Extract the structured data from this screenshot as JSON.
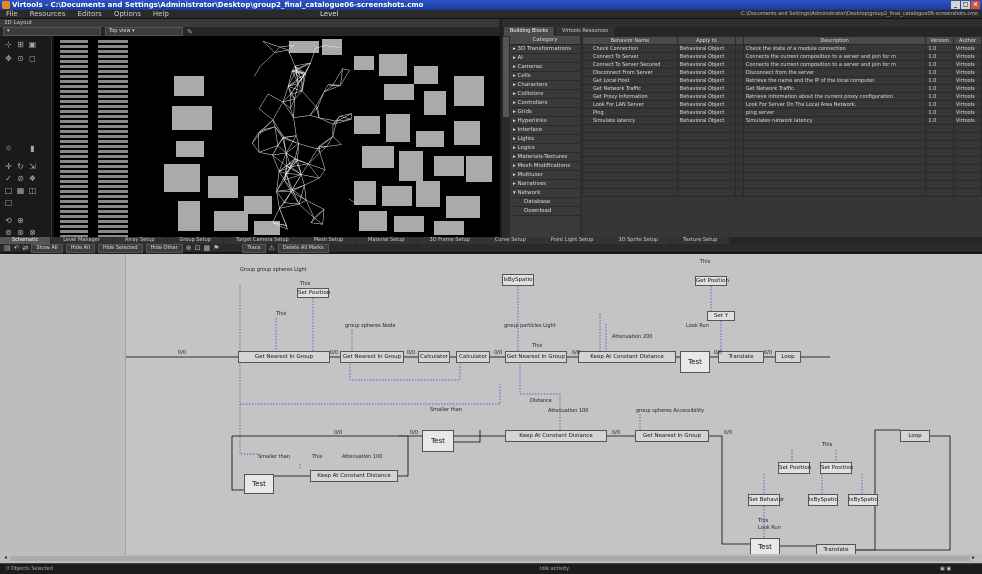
{
  "app": {
    "title": "Virtools - C:\\Documents and Settings\\Administrator\\Desktop\\group2_final_catalogue06-screenshots.cmo",
    "document": "Level",
    "path": "C:\\Documents and Settings\\Administrator\\Desktop\\group2_final_catalogue06-screenshots.cmo"
  },
  "menu": [
    "File",
    "Resources",
    "Editors",
    "Options",
    "Help"
  ],
  "view3d": {
    "header": "3D Layout",
    "camera_dropdown": "Top view"
  },
  "building_blocks": {
    "tabs": [
      "Building Blocks",
      "Virtools Resources"
    ],
    "categories_header": "Category",
    "categories": [
      {
        "label": "3D Transformations",
        "sub": false
      },
      {
        "label": "AI",
        "sub": false
      },
      {
        "label": "Cameras",
        "sub": false
      },
      {
        "label": "Cells",
        "sub": false
      },
      {
        "label": "Characters",
        "sub": false
      },
      {
        "label": "Collisions",
        "sub": false
      },
      {
        "label": "Controllers",
        "sub": false
      },
      {
        "label": "Grids",
        "sub": false
      },
      {
        "label": "Hyperlinks",
        "sub": false
      },
      {
        "label": "Interface",
        "sub": false
      },
      {
        "label": "Lights",
        "sub": false
      },
      {
        "label": "Logics",
        "sub": false
      },
      {
        "label": "Materials-Textures",
        "sub": false
      },
      {
        "label": "Mesh Modifications",
        "sub": false
      },
      {
        "label": "Multiuser",
        "sub": false
      },
      {
        "label": "Narratives",
        "sub": false
      },
      {
        "label": "Network",
        "sub": false
      },
      {
        "label": "Database",
        "sub": true
      },
      {
        "label": "Download",
        "sub": true
      }
    ],
    "columns": [
      "Behavior Name",
      "Apply to",
      "Description",
      "Version",
      "Author"
    ],
    "rows": [
      [
        "Check Connection",
        "Behavioral Object",
        "Check the state of a module connection",
        "1.0",
        "Virtools"
      ],
      [
        "Connect To Server",
        "Behavioral Object",
        "Connects the current composition to a server and join for m",
        "1.0",
        "Virtools"
      ],
      [
        "Connect To Server Secured",
        "Behavioral Object",
        "Connects the current composition to a server and join for m",
        "1.0",
        "Virtools"
      ],
      [
        "Disconnect From Server",
        "Behavioral Object",
        "Disconnect from the server",
        "1.0",
        "Virtools"
      ],
      [
        "Get Local Host",
        "Behavioral Object",
        "Retrieve the name and the IP of the local computer.",
        "1.0",
        "Virtools"
      ],
      [
        "Get Network Traffic",
        "Behavioral Object",
        "Get Network Traffic.",
        "1.0",
        "Virtools"
      ],
      [
        "Get Proxy Information",
        "Behavioral Object",
        "Retrieve information about the current proxy configuration.",
        "1.0",
        "Virtools"
      ],
      [
        "Look For LAN Server",
        "Behavioral Object",
        "Look For Server On The Local Area Network.",
        "1.0",
        "Virtools"
      ],
      [
        "Ping",
        "Behavioral Object",
        "ping server",
        "1.0",
        "Virtools"
      ],
      [
        "Simulate latency",
        "Behavioral Object",
        "Simulates network latency",
        "1.0",
        "Virtools"
      ]
    ]
  },
  "bottom_tabs": [
    "Schematic",
    "Level Manager",
    "Array Setup",
    "Group Setup",
    "Target Camera Setup",
    "Mesh Setup",
    "Material Setup",
    "3D Frame Setup",
    "Curve Setup",
    "Point Light Setup",
    "3D Sprite Setup",
    "Texture Setup"
  ],
  "schematic_toolbar": [
    "Show All",
    "Hide All",
    "Hide Selected",
    "Hide Other",
    "Trace",
    "Delete All Marks"
  ],
  "schematic": {
    "blocks": {
      "b1": "Get Nearest In Group",
      "b2": "Get Nearest In Group",
      "b3": "Calculator",
      "b4": "Calculator",
      "b5": "Get Nearest In Group",
      "b6": "Keep At Constant Distance",
      "b7": "Test",
      "b8": "Translate",
      "b9": "Loop",
      "b10": "Test",
      "b11": "Keep At Constant Distance",
      "b12": "Get Nearest In Group",
      "b13": "Test",
      "b14": "Keep At Constant Distance",
      "b15": "Loop",
      "b16": "Test",
      "b17": "Translate",
      "s1": "Set Position",
      "s2": "IsBySpatio",
      "s3": "Get Position",
      "s4": "Set Y",
      "s5": "Set Position",
      "s6": "Set Position",
      "s7": "Set Behavior",
      "s8": "IsBySpatio",
      "s9": "IsBySpatio"
    },
    "labels": {
      "l1": "Group   group spheres Light",
      "l2": "This",
      "l3": "This",
      "l4": "group spheres Node",
      "l5": "group particles Light",
      "l6": "Attenuation   200",
      "l7": "This",
      "l8": "Look Run",
      "l9": "This",
      "l10": "Distance",
      "l11": "Attenuation   100",
      "l12": "group spheres Accessibility",
      "l13": "Smaller than",
      "l14": "Smaller than",
      "l15": "This",
      "l16": "Attenuation   100",
      "l17": "This",
      "l18": "This",
      "l19": "Look Run"
    },
    "link_counts": [
      "0/0",
      "0/0",
      "0/0",
      "0/0",
      "0/0",
      "0/0",
      "0/0",
      "0/0",
      "0/0",
      "0/0",
      "0/0"
    ]
  },
  "status": {
    "left": "0 Objects Selected",
    "mid": "Idle   activity"
  },
  "colors": {
    "titlebar": "#2b55c6",
    "schematic_bg": "#c4c4c4",
    "link": "#000000",
    "param_link": "#3a3ad0"
  }
}
